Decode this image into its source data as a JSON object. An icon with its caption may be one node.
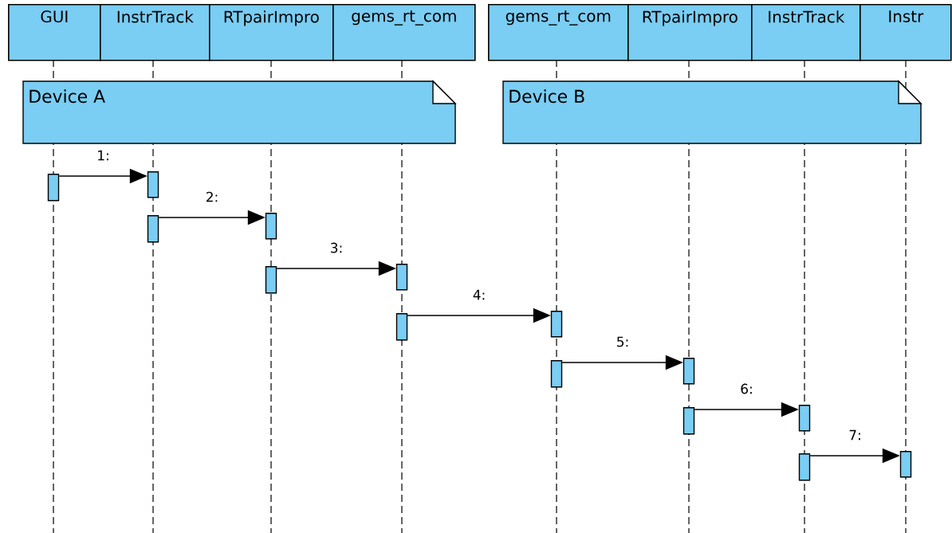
{
  "diagram": {
    "nodes": [
      {
        "text": [
          "GUI"
        ]
      },
      {
        "text": [
          "InstrTrack"
        ]
      },
      {
        "text": [
          "RTpairImpro"
        ]
      },
      {
        "text": [
          "gems_rt_com"
        ]
      },
      {
        "text": [
          "gems_rt_com"
        ]
      },
      {
        "text": [
          "RTpairImpro"
        ]
      },
      {
        "text": [
          "InstrTrack"
        ]
      },
      {
        "text": [
          "Instr"
        ]
      },
      {
        "text": [
          "Device A"
        ]
      },
      {
        "text": [
          "Device B"
        ]
      },
      {
        "text": [],
        "shape": "bar"
      },
      {
        "text": [],
        "shape": "bar"
      },
      {
        "text": [],
        "shape": "bar"
      },
      {
        "text": [],
        "shape": "bar"
      },
      {
        "text": [],
        "shape": "bar"
      },
      {
        "text": [],
        "shape": "bar"
      },
      {
        "text": [],
        "shape": "bar"
      },
      {
        "text": [],
        "shape": "bar"
      },
      {
        "text": [],
        "shape": "bar"
      },
      {
        "text": [],
        "shape": "bar"
      },
      {
        "text": [],
        "shape": "bar"
      },
      {
        "text": [],
        "shape": "bar"
      },
      {
        "text": [],
        "shape": "bar"
      },
      {
        "text": [],
        "shape": "bar"
      }
    ],
    "edges": [
      {
        "from": 10,
        "to": 11,
        "arrow": "to",
        "label": "1:"
      },
      {
        "from": 12,
        "to": 13,
        "arrow": "to",
        "label": "2:"
      },
      {
        "from": 14,
        "to": 15,
        "arrow": "to",
        "label": "3:"
      },
      {
        "from": 16,
        "to": 17,
        "arrow": "to",
        "label": "4:"
      },
      {
        "from": 18,
        "to": 19,
        "arrow": "to",
        "label": "5:"
      },
      {
        "from": 20,
        "to": 21,
        "arrow": "to",
        "label": "6:"
      },
      {
        "from": 22,
        "to": 23,
        "arrow": "to",
        "label": "7:"
      }
    ]
  }
}
